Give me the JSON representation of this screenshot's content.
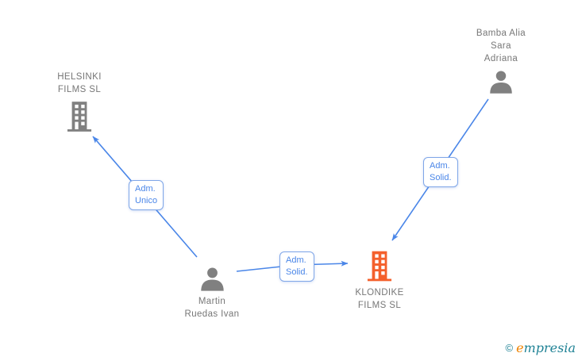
{
  "diagram": {
    "nodes": {
      "helsinki": {
        "name": "HELSINKI\nFILMS SL",
        "icon": "building-icon",
        "icon_color": "#808080"
      },
      "bamba": {
        "name": "Bamba Alia\nSara\nAdriana",
        "icon": "person-icon",
        "icon_color": "#808080"
      },
      "martin": {
        "name": "Martin\nRuedas Ivan",
        "icon": "person-icon",
        "icon_color": "#808080"
      },
      "klondike": {
        "name": "KLONDIKE\nFILMS SL",
        "icon": "building-icon",
        "icon_color": "#f4602c"
      }
    },
    "edges": [
      {
        "from": "martin",
        "to": "helsinki",
        "label": "Adm.\nUnico"
      },
      {
        "from": "martin",
        "to": "klondike",
        "label": "Adm.\nSolid."
      },
      {
        "from": "bamba",
        "to": "klondike",
        "label": "Adm.\nSolid."
      }
    ]
  },
  "colors": {
    "edge_blue": "#4a86e8",
    "label_border": "#7fa6e8",
    "label_text": "#4a86e8",
    "node_gray": "#808080",
    "node_text": "#777777",
    "company_orange": "#f4602c",
    "logo_teal": "#1f8295",
    "logo_orange": "#f08300"
  },
  "footer": {
    "copyright": "©",
    "brand_initial": "e",
    "brand_rest": "mpresia"
  }
}
